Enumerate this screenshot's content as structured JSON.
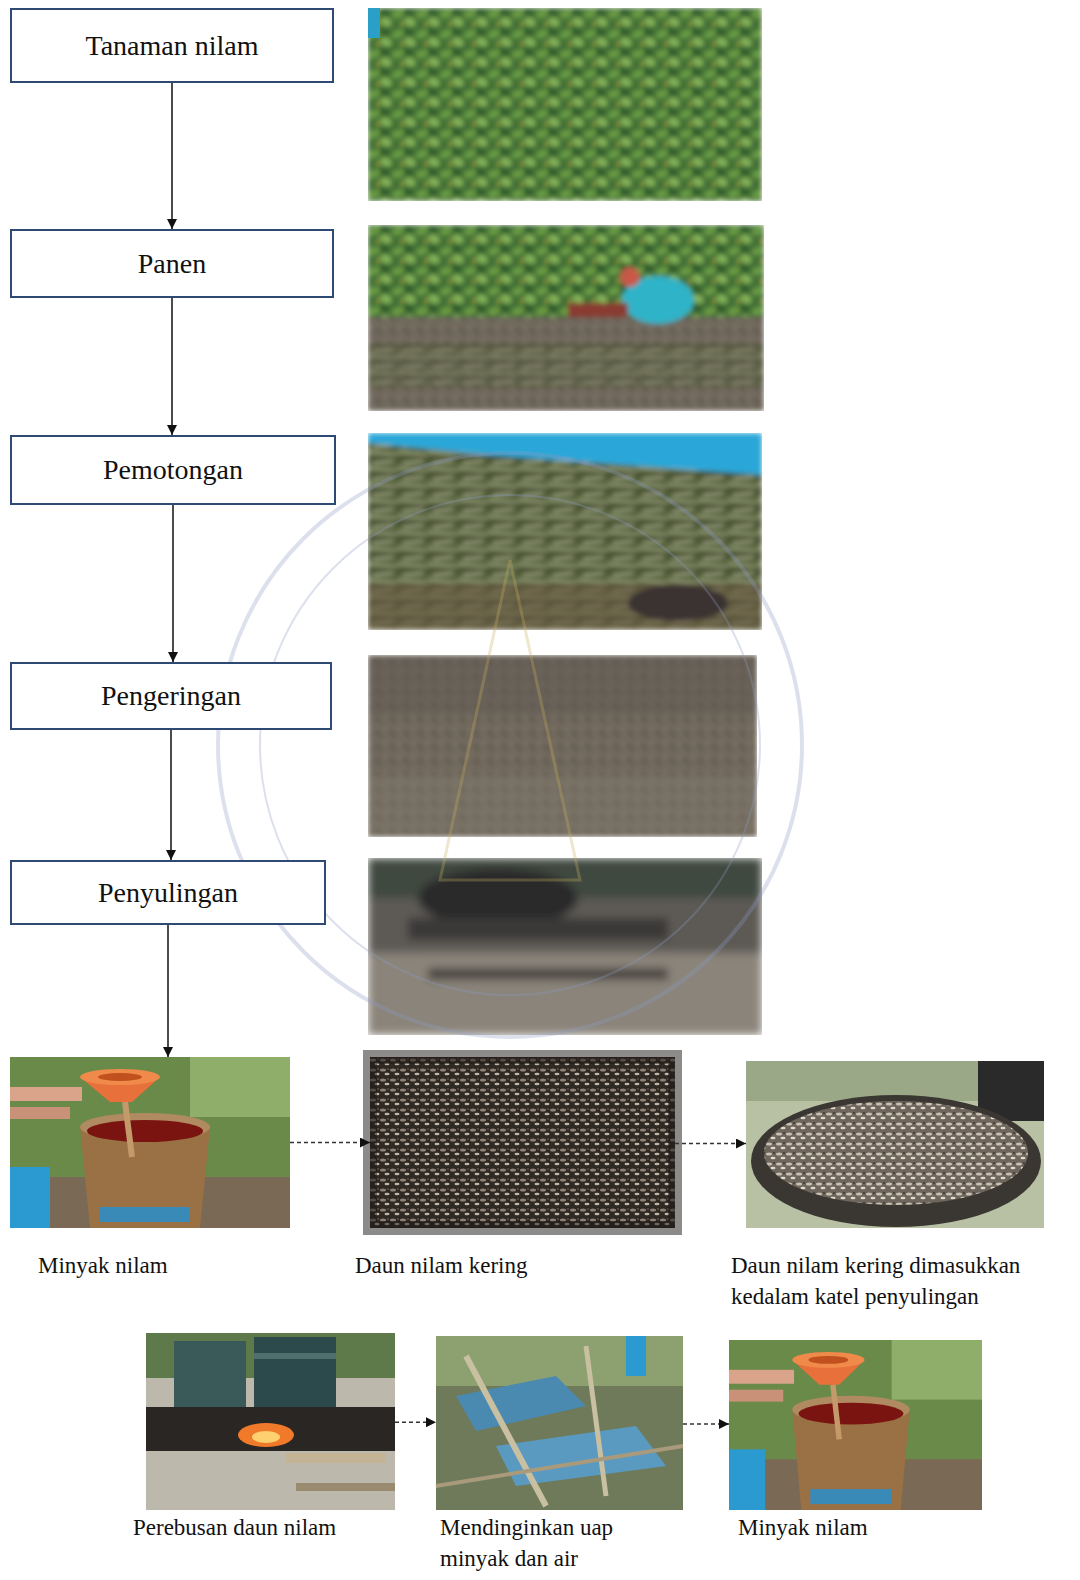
{
  "diagram": {
    "nodes": [
      {
        "text": [
          "Tanaman nilam"
        ]
      },
      {
        "text": [
          "Panen"
        ]
      },
      {
        "text": [
          "Pemotongan"
        ]
      },
      {
        "text": [
          "Pengeringan"
        ]
      },
      {
        "text": [
          "Penyulingan"
        ]
      },
      {
        "text": [
          "Minyak nilam"
        ]
      },
      {
        "text": [
          "Daun nilam kering"
        ]
      },
      {
        "text": [
          "Daun nilam kering dimasukkan kedalam katel penyulingan"
        ]
      },
      {
        "text": [
          "Perebusan daun nilam"
        ]
      },
      {
        "text": [
          "Mendinginkan uap minyak dan air"
        ]
      },
      {
        "text": [
          "Minyak nilam"
        ]
      }
    ],
    "edges": [
      {
        "from": 0,
        "to": 1,
        "arrow": "to"
      },
      {
        "from": 1,
        "to": 2,
        "arrow": "to"
      },
      {
        "from": 2,
        "to": 3,
        "arrow": "to"
      },
      {
        "from": 3,
        "to": 4,
        "arrow": "to"
      },
      {
        "from": 4,
        "to": 5,
        "arrow": "to"
      },
      {
        "from": 5,
        "to": 6,
        "arrow": "to"
      },
      {
        "from": 6,
        "to": 7,
        "arrow": "to"
      },
      {
        "from": 8,
        "to": 9,
        "arrow": "to"
      },
      {
        "from": 9,
        "to": 10,
        "arrow": "to"
      }
    ]
  }
}
